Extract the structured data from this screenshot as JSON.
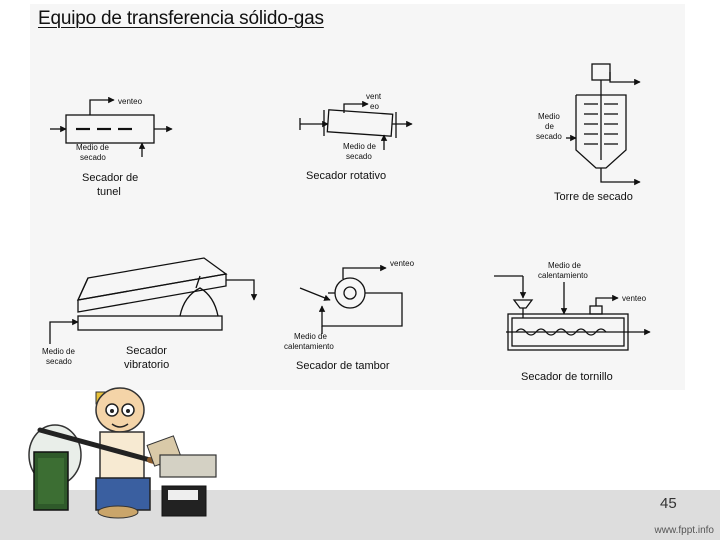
{
  "slide": {
    "title": "Equipo de transferencia sólido-gas",
    "page_number": "45",
    "footer_url": "www.fppt.info"
  },
  "colors": {
    "background": "#ffffff",
    "panel": "#f6f6f6",
    "footer_bar": "#dddddd",
    "line": "#111111"
  },
  "equipment": {
    "tunnel": {
      "caption1": "Secador de",
      "caption2": "tunel",
      "vent": "venteo",
      "medium1": "Medio de",
      "medium2": "secado"
    },
    "rotary": {
      "caption": "Secador rotativo",
      "vent1": "vent",
      "vent2": "eo",
      "medium1": "Medio de",
      "medium2": "secado"
    },
    "tower": {
      "caption": "Torre de secado",
      "medium1": "Medio",
      "medium2": "de",
      "medium3": "secado"
    },
    "vibratory": {
      "caption1": "Secador",
      "caption2": "vibratorio",
      "medium1": "Medio de",
      "medium2": "secado"
    },
    "drum": {
      "caption": "Secador de tambor",
      "vent": "venteo",
      "heating1": "Medio de",
      "heating2": "calentamiento"
    },
    "screw": {
      "caption": "Secador de tornillo",
      "vent": "venteo",
      "heating1": "Medio de",
      "heating2": "calentamiento"
    }
  }
}
